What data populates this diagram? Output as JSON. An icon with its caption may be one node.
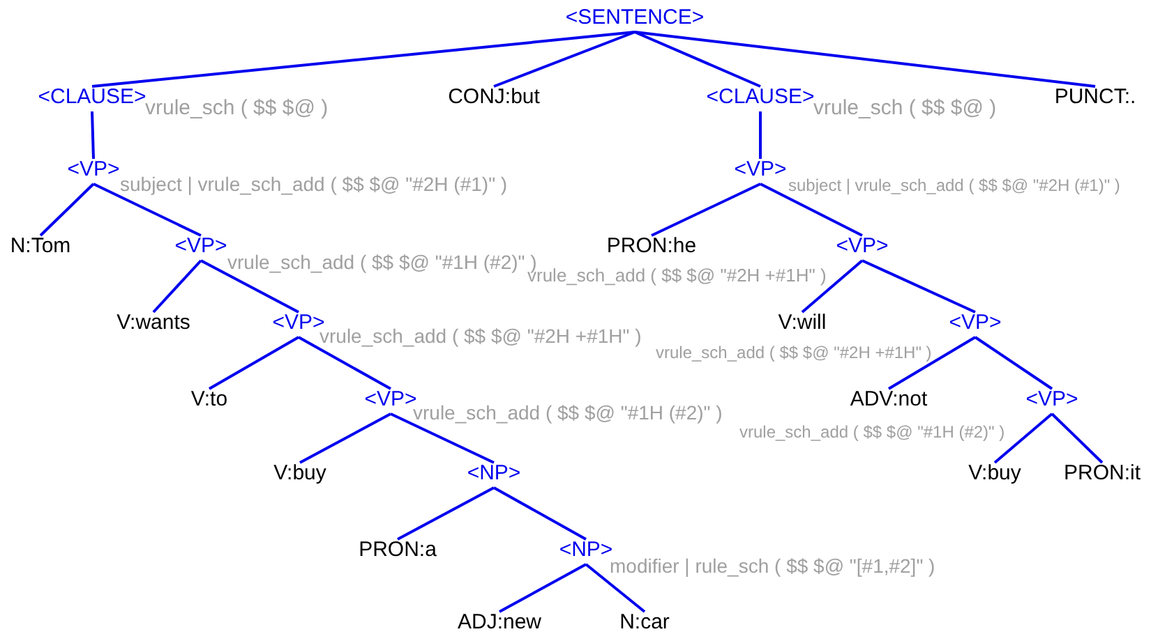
{
  "diagram": {
    "nodes": [
      {
        "text": [
          "<SENTENCE>"
        ]
      },
      {
        "text": [
          "<CLAUSE>"
        ],
        "beside": [
          "vrule_sch ( $$ $@ )"
        ]
      },
      {
        "text": [
          "CONJ:but"
        ]
      },
      {
        "text": [
          "<CLAUSE>"
        ],
        "beside": [
          "vrule_sch ( $$ $@ )"
        ]
      },
      {
        "text": [
          "PUNCT:."
        ]
      },
      {
        "text": [
          "<VP>"
        ],
        "beside": [
          "subject | vrule_sch_add ( $$ $@ \"#2H (#1)\" )"
        ]
      },
      {
        "text": [
          "N:Tom"
        ]
      },
      {
        "text": [
          "<VP>"
        ],
        "beside": [
          "vrule_sch_add ( $$ $@ \"#1H (#2)\" )"
        ]
      },
      {
        "text": [
          "V:wants"
        ]
      },
      {
        "text": [
          "<VP>"
        ],
        "beside": [
          "vrule_sch_add ( $$ $@ \"#2H +#1H\" )"
        ]
      },
      {
        "text": [
          "V:to"
        ]
      },
      {
        "text": [
          "<VP>"
        ],
        "beside": [
          "vrule_sch_add ( $$ $@ \"#1H (#2)\" )"
        ]
      },
      {
        "text": [
          "V:buy"
        ]
      },
      {
        "text": [
          "<NP>"
        ]
      },
      {
        "text": [
          "PRON:a"
        ]
      },
      {
        "text": [
          "<NP>"
        ],
        "beside": [
          "modifier | rule_sch ( $$ $@ \"[#1,#2]\" )"
        ]
      },
      {
        "text": [
          "ADJ:new"
        ]
      },
      {
        "text": [
          "N:car"
        ]
      },
      {
        "text": [
          "<VP>"
        ],
        "beside": [
          "subject | vrule_sch_add ( $$ $@ \"#2H (#1)\" )"
        ]
      },
      {
        "text": [
          "PRON:he"
        ]
      },
      {
        "text": [
          "<VP>"
        ],
        "beside": [
          "vrule_sch_add ( $$ $@ \"#2H +#1H\" )"
        ]
      },
      {
        "text": [
          "V:will"
        ]
      },
      {
        "text": [
          "<VP>"
        ],
        "beside": [
          "vrule_sch_add ( $$ $@ \"#2H +#1H\" )"
        ]
      },
      {
        "text": [
          "ADV:not"
        ]
      },
      {
        "text": [
          "<VP>"
        ],
        "beside": [
          "vrule_sch_add ( $$ $@ \"#1H (#2)\" )"
        ]
      },
      {
        "text": [
          "V:buy"
        ]
      },
      {
        "text": [
          "PRON:it"
        ]
      }
    ],
    "edges": [
      {
        "from": 0,
        "to": 1,
        "arrow": "none"
      },
      {
        "from": 0,
        "to": 2,
        "arrow": "none"
      },
      {
        "from": 0,
        "to": 3,
        "arrow": "none"
      },
      {
        "from": 0,
        "to": 4,
        "arrow": "none"
      },
      {
        "from": 1,
        "to": 5,
        "arrow": "none"
      },
      {
        "from": 5,
        "to": 6,
        "arrow": "none"
      },
      {
        "from": 5,
        "to": 7,
        "arrow": "none"
      },
      {
        "from": 7,
        "to": 8,
        "arrow": "none"
      },
      {
        "from": 7,
        "to": 9,
        "arrow": "none"
      },
      {
        "from": 9,
        "to": 10,
        "arrow": "none"
      },
      {
        "from": 9,
        "to": 11,
        "arrow": "none"
      },
      {
        "from": 11,
        "to": 12,
        "arrow": "none"
      },
      {
        "from": 11,
        "to": 13,
        "arrow": "none"
      },
      {
        "from": 13,
        "to": 14,
        "arrow": "none"
      },
      {
        "from": 13,
        "to": 15,
        "arrow": "none"
      },
      {
        "from": 15,
        "to": 16,
        "arrow": "none"
      },
      {
        "from": 15,
        "to": 17,
        "arrow": "none"
      },
      {
        "from": 3,
        "to": 18,
        "arrow": "none"
      },
      {
        "from": 18,
        "to": 19,
        "arrow": "none"
      },
      {
        "from": 18,
        "to": 20,
        "arrow": "none"
      },
      {
        "from": 20,
        "to": 21,
        "arrow": "none"
      },
      {
        "from": 20,
        "to": 22,
        "arrow": "none"
      },
      {
        "from": 22,
        "to": 23,
        "arrow": "none"
      },
      {
        "from": 22,
        "to": 24,
        "arrow": "none"
      },
      {
        "from": 24,
        "to": 25,
        "arrow": "none"
      },
      {
        "from": 24,
        "to": 26,
        "arrow": "none"
      }
    ]
  }
}
